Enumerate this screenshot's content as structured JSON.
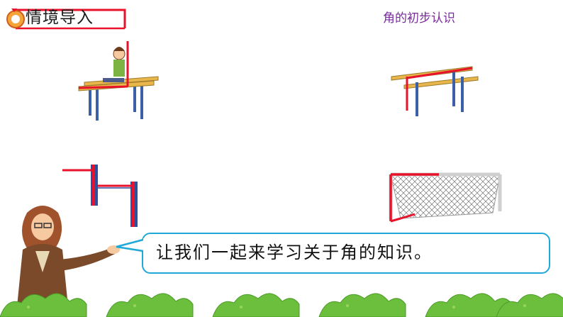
{
  "header": {
    "section_title": "情境导入",
    "lesson_title": "角的初步认识"
  },
  "dialog": {
    "speech": "让我们一起来学习关于角的知识。"
  },
  "illustrations": [
    {
      "name": "boy-on-parallel-bars"
    },
    {
      "name": "parallel-bars"
    },
    {
      "name": "horizontal-bar-post"
    },
    {
      "name": "soccer-goal"
    },
    {
      "name": "teacher"
    },
    {
      "name": "grass-bushes"
    }
  ],
  "colors": {
    "accent": "#e8132b",
    "bubble_border": "#1fa8d8",
    "lesson_title": "#7a2a9c",
    "header_ribbon": "#e8132b"
  }
}
